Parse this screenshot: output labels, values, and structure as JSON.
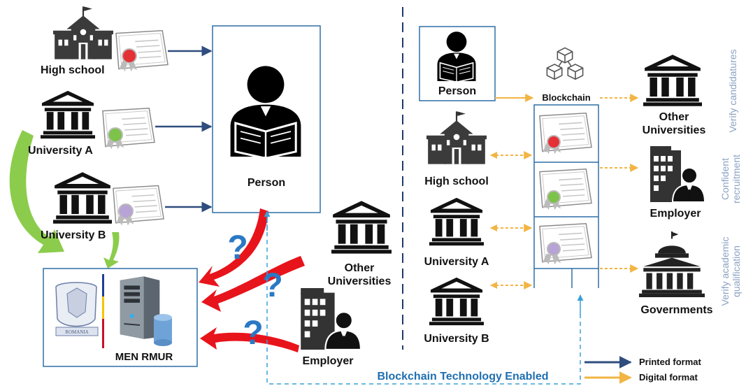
{
  "left": {
    "institutions": [
      "High school",
      "University A",
      "University B"
    ],
    "person": "Person",
    "ministry": "MEN RMUR",
    "crest_text": "ROMANIA",
    "other_universities": "Other Universities",
    "employer": "Employer",
    "question_mark": "?"
  },
  "right": {
    "person": "Person",
    "blockchain": "Blockchain",
    "institutions": [
      "High school",
      "University A",
      "University B"
    ],
    "other_universities": "Other Universities",
    "employer": "Employer",
    "governments": "Governments",
    "verify_candidatures": "Verify candidatures",
    "confident_recruitment": "Confident recruitment",
    "verify_academic_qualification": "Verify academic qualification"
  },
  "footer": "Blockchain Technology Enabled",
  "legend": [
    {
      "label": "Printed format",
      "color": "#2f4d7e"
    },
    {
      "label": "Digital format",
      "color": "#f2b544"
    }
  ],
  "colors": {
    "printed": "#2f4d7e",
    "digital": "#f2b544",
    "frame_blue": "#2e6fa7",
    "footer_blue": "#1f6fb0",
    "arrow_red": "#e8141c",
    "arrow_green": "#8ccc4c",
    "question_blue": "#2a79c4",
    "seal_red": "#e43136",
    "seal_green": "#7dc24a",
    "seal_purple": "#b7a3d6",
    "subtitle_gray": "#8aa3c2"
  }
}
